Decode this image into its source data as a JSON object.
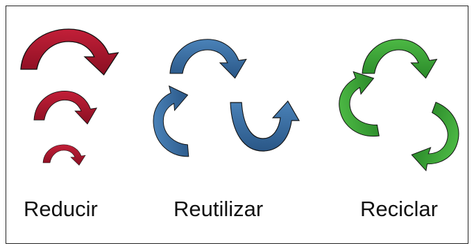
{
  "labels": {
    "reduce": "Reducir",
    "reuse": "Reutilizar",
    "recycle": "Reciclar"
  },
  "colors": {
    "reduce": "#b0182e",
    "reduce_dark": "#7e0d1f",
    "reuse": "#3b6fa3",
    "reuse_dark": "#244e78",
    "recycle": "#3fa43a",
    "recycle_dark": "#237a23",
    "frame": "#222222"
  },
  "icons": [
    "reduce-arrows-icon",
    "reuse-arrows-icon",
    "recycle-arrows-icon"
  ]
}
